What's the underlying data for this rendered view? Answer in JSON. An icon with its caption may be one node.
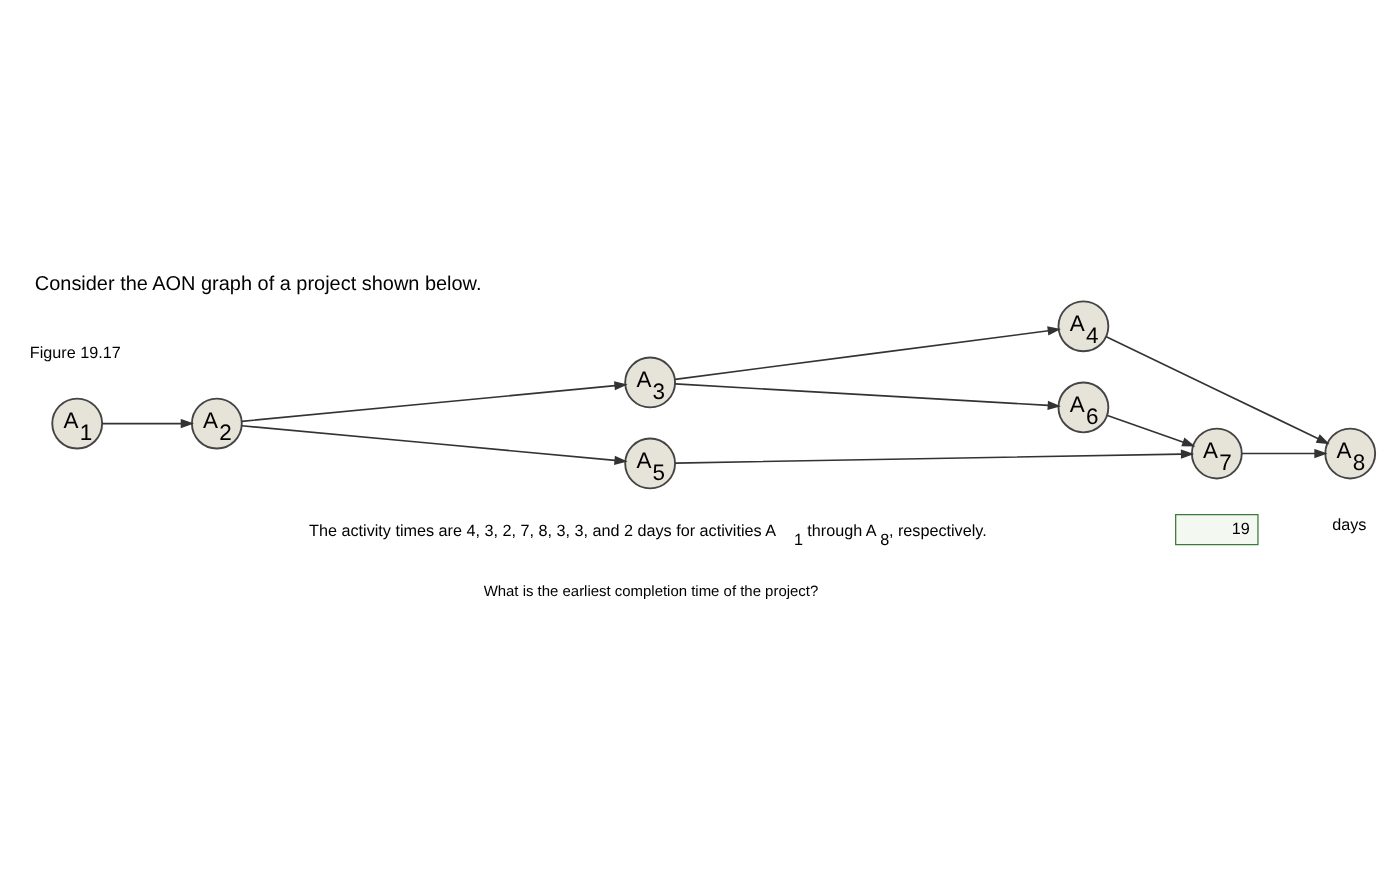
{
  "diagram": {
    "title": "Consider the AON graph of a project shown below.",
    "nodes": [
      {
        "text": [
          "A$_{1}$"
        ]
      },
      {
        "text": [
          "A$_{2}$"
        ]
      },
      {
        "text": [
          "A$_{3}$"
        ]
      },
      {
        "text": [
          "A$_{4}$"
        ]
      },
      {
        "text": [
          "A$_{6}$"
        ]
      },
      {
        "text": [
          "A$_{7}$"
        ]
      },
      {
        "text": [
          "A$_{8}$"
        ]
      },
      {
        "text": [
          "A$_{5}$"
        ]
      }
    ],
    "edges": [
      {
        "from": 0,
        "to": 1,
        "arrow": "to"
      },
      {
        "from": 1,
        "to": 2,
        "arrow": "to"
      },
      {
        "from": 1,
        "to": 7,
        "arrow": "to"
      },
      {
        "from": 2,
        "to": 3,
        "arrow": "to"
      },
      {
        "from": 2,
        "to": 4,
        "arrow": "to"
      },
      {
        "from": 3,
        "to": 6,
        "arrow": "to"
      },
      {
        "from": 4,
        "to": 5,
        "arrow": "to"
      },
      {
        "from": 7,
        "to": 5,
        "arrow": "to"
      },
      {
        "from": 5,
        "to": 6,
        "arrow": "to"
      }
    ],
    "labels": [
      "Figure 19.17",
      "The activity times are 4, 3, 2, 7, 8, 3, 3, and 2 days for activities A$_{1}$ through A$_{8}$, respectively.",
      "What is the earliest completion time of the project?",
      "19",
      "days"
    ]
  }
}
